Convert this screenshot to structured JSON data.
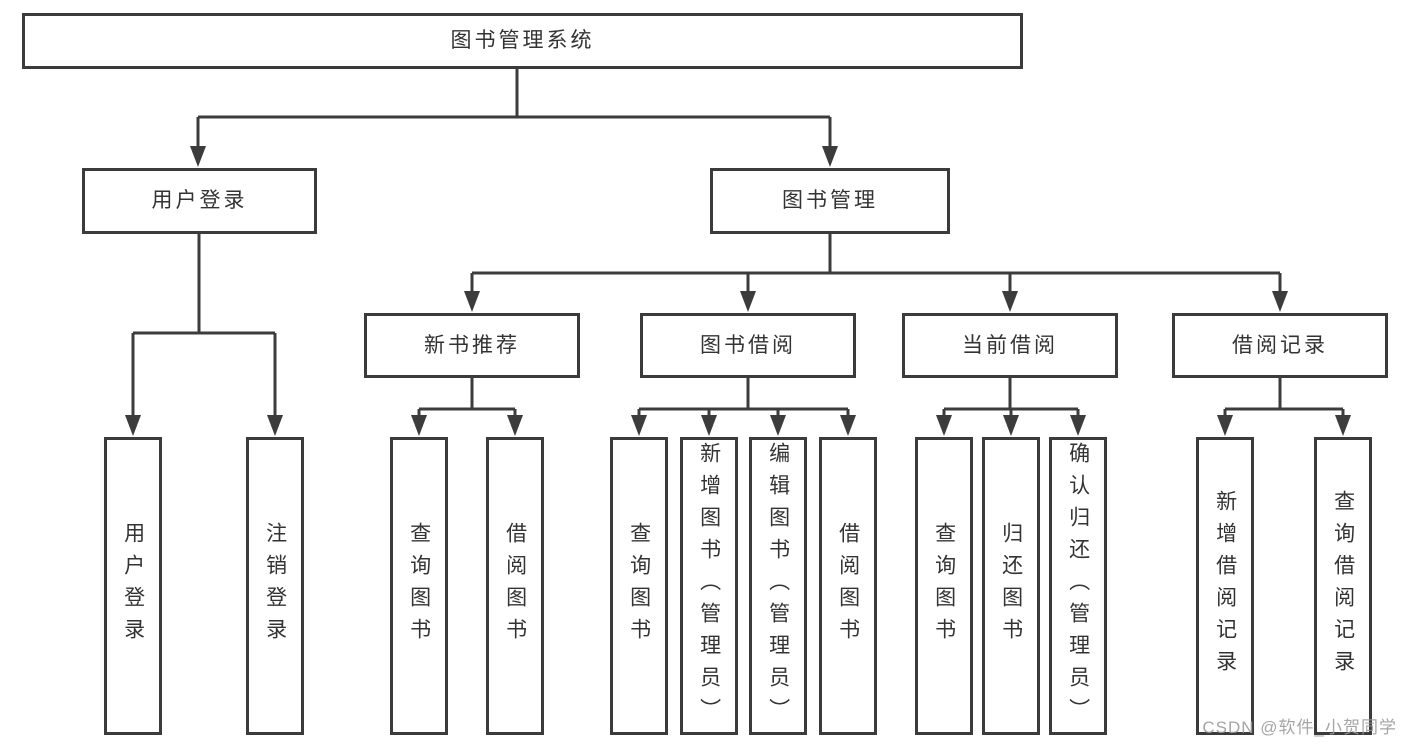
{
  "diagram_title": "图书管理系统",
  "tree": {
    "label": "图书管理系统",
    "children": [
      {
        "label": "用户登录",
        "children": [
          {
            "label": "用户登录"
          },
          {
            "label": "注销登录"
          }
        ]
      },
      {
        "label": "图书管理",
        "children": [
          {
            "label": "新书推荐",
            "children": [
              {
                "label": "查询图书"
              },
              {
                "label": "借阅图书"
              }
            ]
          },
          {
            "label": "图书借阅",
            "children": [
              {
                "label": "查询图书"
              },
              {
                "label": "新增图书（管理员）"
              },
              {
                "label": "编辑图书（管理员）"
              },
              {
                "label": "借阅图书"
              }
            ]
          },
          {
            "label": "当前借阅",
            "children": [
              {
                "label": "查询图书"
              },
              {
                "label": "归还图书"
              },
              {
                "label": "确认归还（管理员）"
              }
            ]
          },
          {
            "label": "借阅记录",
            "children": [
              {
                "label": "新增借阅记录"
              },
              {
                "label": "查询借阅记录"
              }
            ]
          }
        ]
      }
    ]
  },
  "watermark": "CSDN @软件_小贺同学",
  "colors": {
    "line": "#3c3c3c",
    "box_border": "#3b3b3b",
    "text": "#333333",
    "watermark": "#9c9c9c",
    "background": "#ffffff"
  }
}
